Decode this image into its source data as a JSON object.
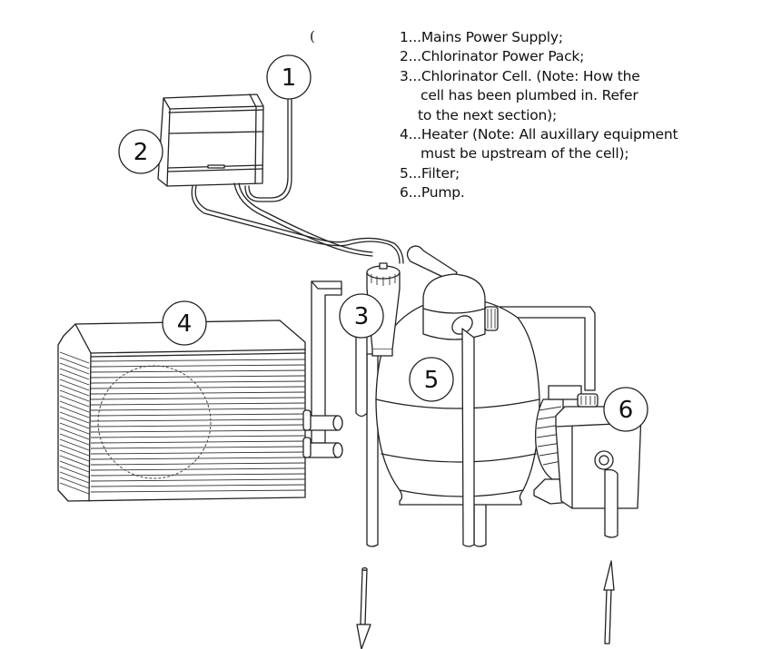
{
  "legend": {
    "items": [
      {
        "line1": "1...Mains Power Supply;"
      },
      {
        "line1": "2...Chlorinator Power Pack;"
      },
      {
        "line1": "3...Chlorinator Cell.  (Note: How the",
        "line2": "cell has been plumbed in.  Refer",
        "line3": "to the next section);"
      },
      {
        "line1": "4...Heater (Note: All auxillary equipment",
        "line2": "must be upstream of the cell);"
      },
      {
        "line1": "5...Filter;"
      },
      {
        "line1": "6...Pump."
      }
    ]
  },
  "stray_mark": "(",
  "callouts": [
    {
      "number": "1",
      "component": "mains-power-supply"
    },
    {
      "number": "2",
      "component": "chlorinator-power-pack"
    },
    {
      "number": "3",
      "component": "chlorinator-cell"
    },
    {
      "number": "4",
      "component": "heater"
    },
    {
      "number": "5",
      "component": "filter"
    },
    {
      "number": "6",
      "component": "pump"
    }
  ],
  "flow": {
    "outlet_arrow": "down",
    "inlet_arrow": "up"
  }
}
